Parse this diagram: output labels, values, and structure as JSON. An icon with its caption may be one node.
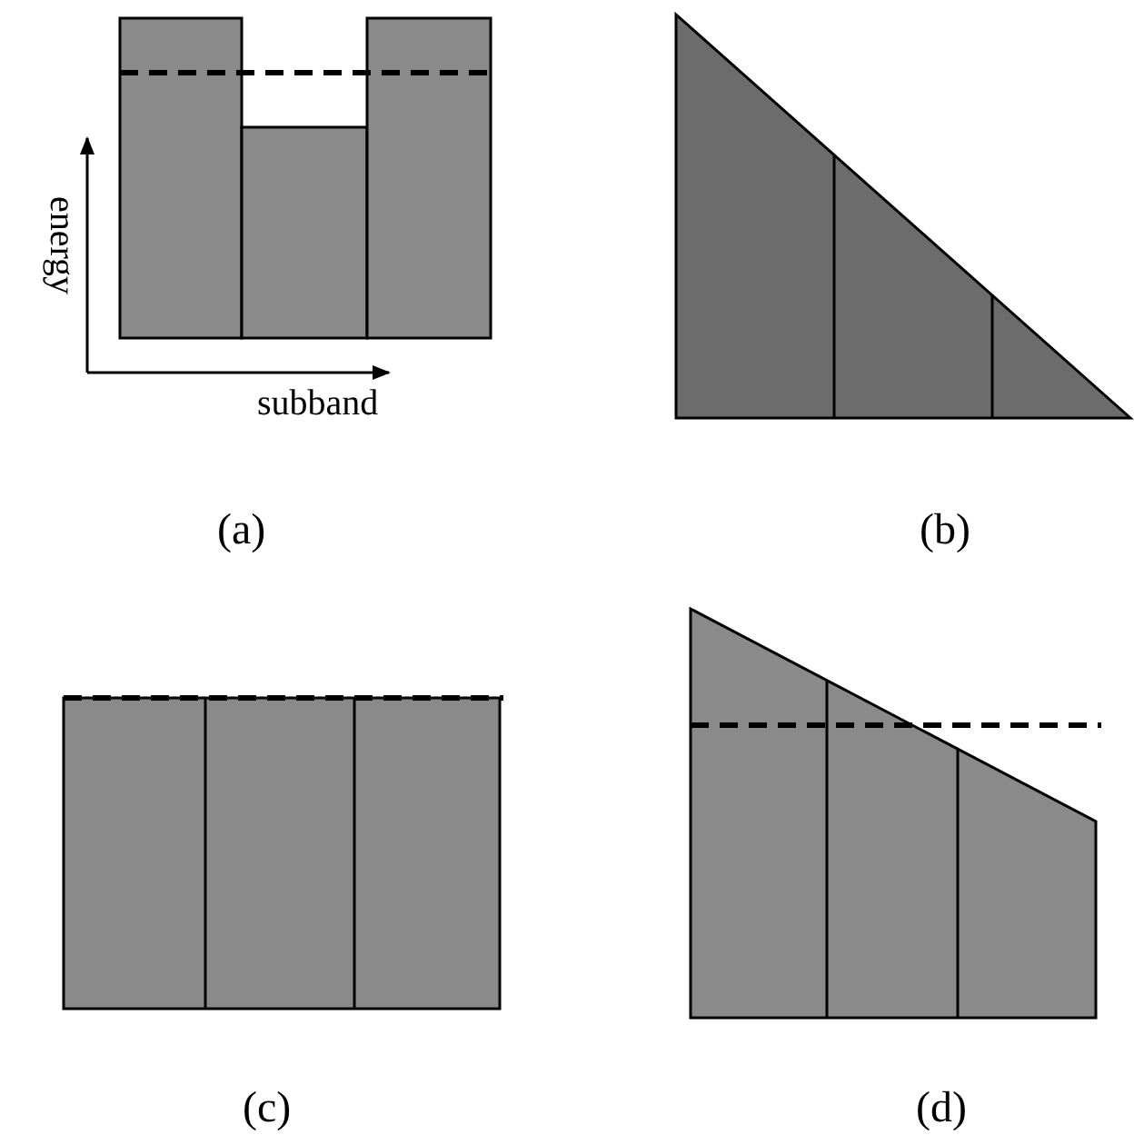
{
  "diagram": {
    "labels": [
      "energy",
      "subband",
      "(a)",
      "(b)",
      "(c)",
      "(d)"
    ]
  }
}
